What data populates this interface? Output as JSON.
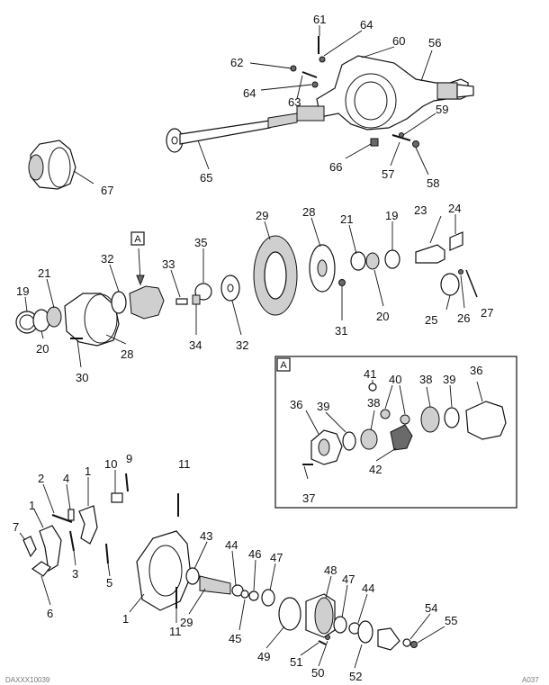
{
  "diagram": {
    "detail_tag": "A",
    "footer_code": "DAXXX10039",
    "footer_page": "A037",
    "callouts": [
      {
        "id": "c61",
        "text": "61"
      },
      {
        "id": "c64a",
        "text": "64"
      },
      {
        "id": "c60",
        "text": "60"
      },
      {
        "id": "c56",
        "text": "56"
      },
      {
        "id": "c62",
        "text": "62"
      },
      {
        "id": "c64b",
        "text": "64"
      },
      {
        "id": "c63",
        "text": "63"
      },
      {
        "id": "c59",
        "text": "59"
      },
      {
        "id": "c67",
        "text": "67"
      },
      {
        "id": "c65",
        "text": "65"
      },
      {
        "id": "c66",
        "text": "66"
      },
      {
        "id": "c57",
        "text": "57"
      },
      {
        "id": "c58",
        "text": "58"
      },
      {
        "id": "c29a",
        "text": "29"
      },
      {
        "id": "c28a",
        "text": "28"
      },
      {
        "id": "c21a",
        "text": "21"
      },
      {
        "id": "c19a",
        "text": "19"
      },
      {
        "id": "c23",
        "text": "23"
      },
      {
        "id": "c24",
        "text": "24"
      },
      {
        "id": "c35",
        "text": "35"
      },
      {
        "id": "c32a",
        "text": "32"
      },
      {
        "id": "c33",
        "text": "33"
      },
      {
        "id": "c21b",
        "text": "21"
      },
      {
        "id": "c19b",
        "text": "19"
      },
      {
        "id": "c20a",
        "text": "20"
      },
      {
        "id": "c30",
        "text": "30"
      },
      {
        "id": "c28b",
        "text": "28"
      },
      {
        "id": "c34",
        "text": "34"
      },
      {
        "id": "c32b",
        "text": "32"
      },
      {
        "id": "c31",
        "text": "31"
      },
      {
        "id": "c20b",
        "text": "20"
      },
      {
        "id": "c25",
        "text": "25"
      },
      {
        "id": "c26",
        "text": "26"
      },
      {
        "id": "c27",
        "text": "27"
      },
      {
        "id": "c41",
        "text": "41"
      },
      {
        "id": "c40",
        "text": "40"
      },
      {
        "id": "c38a",
        "text": "38"
      },
      {
        "id": "c39a",
        "text": "39"
      },
      {
        "id": "c36a",
        "text": "36"
      },
      {
        "id": "c36b",
        "text": "36"
      },
      {
        "id": "c39b",
        "text": "39"
      },
      {
        "id": "c38b",
        "text": "38"
      },
      {
        "id": "c42",
        "text": "42"
      },
      {
        "id": "c37",
        "text": "37"
      },
      {
        "id": "c2",
        "text": "2"
      },
      {
        "id": "c4",
        "text": "4"
      },
      {
        "id": "c1a",
        "text": "1"
      },
      {
        "id": "c10",
        "text": "10"
      },
      {
        "id": "c9",
        "text": "9"
      },
      {
        "id": "c11a",
        "text": "11"
      },
      {
        "id": "c1b",
        "text": "1"
      },
      {
        "id": "c7",
        "text": "7"
      },
      {
        "id": "c3",
        "text": "3"
      },
      {
        "id": "c5",
        "text": "5"
      },
      {
        "id": "c6",
        "text": "6"
      },
      {
        "id": "c43",
        "text": "43"
      },
      {
        "id": "c44a",
        "text": "44"
      },
      {
        "id": "c46",
        "text": "46"
      },
      {
        "id": "c47a",
        "text": "47"
      },
      {
        "id": "c48",
        "text": "48"
      },
      {
        "id": "c47b",
        "text": "47"
      },
      {
        "id": "c44b",
        "text": "44"
      },
      {
        "id": "c54",
        "text": "54"
      },
      {
        "id": "c55",
        "text": "55"
      },
      {
        "id": "c1c",
        "text": "1"
      },
      {
        "id": "c29b",
        "text": "29"
      },
      {
        "id": "c11b",
        "text": "11"
      },
      {
        "id": "c45",
        "text": "45"
      },
      {
        "id": "c49",
        "text": "49"
      },
      {
        "id": "c51",
        "text": "51"
      },
      {
        "id": "c50",
        "text": "50"
      },
      {
        "id": "c52",
        "text": "52"
      }
    ]
  }
}
